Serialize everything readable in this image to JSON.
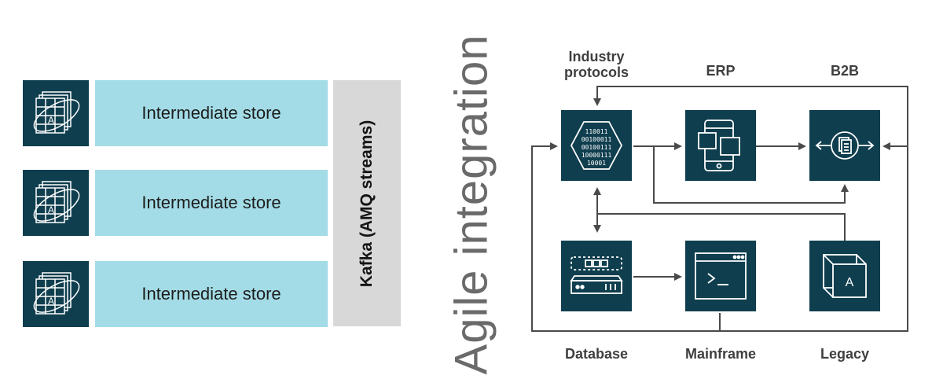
{
  "left": {
    "stores": [
      {
        "label": "Intermediate store",
        "icon": "layered-grid-icon"
      },
      {
        "label": "Intermediate store",
        "icon": "layered-grid-icon"
      },
      {
        "label": "Intermediate store",
        "icon": "layered-grid-icon"
      }
    ],
    "kafka_label": "Kafka (AMQ streams)"
  },
  "integration": {
    "title": "Agile integration",
    "nodes": {
      "industry": {
        "label_line1": "Industry",
        "label_line2": "protocols",
        "icon": "binary-hexagon-icon"
      },
      "erp": {
        "label": "ERP",
        "icon": "mobile-app-icon"
      },
      "b2b": {
        "label": "B2B",
        "icon": "document-exchange-icon"
      },
      "database": {
        "label": "Database",
        "icon": "server-rack-icon"
      },
      "mainframe": {
        "label": "Mainframe",
        "icon": "terminal-icon"
      },
      "legacy": {
        "label": "Legacy",
        "icon": "legacy-app-icon"
      }
    }
  },
  "colors": {
    "node_bg": "#0f3e4e",
    "store_bg": "#a3dce6",
    "kafka_bg": "#d8d8d8",
    "line": "#4a4a4a"
  }
}
